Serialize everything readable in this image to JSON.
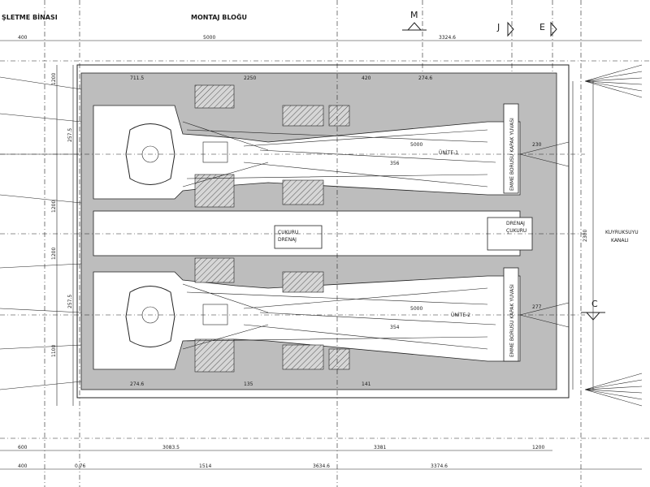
{
  "labels": {
    "isletme_binasi": "ŞLETME BİNASI",
    "montaj_blogu": "MONTAJ BLOĞU",
    "section_m": "M",
    "section_j": "J",
    "section_e": "E",
    "section_c": "C",
    "unite_1": "ÜNİTE-1",
    "unite_2": "ÜNİTE-2",
    "drenaj_cukuru_l1": "DRENAJ",
    "drenaj_cukuru_l2": "ÇUKURU",
    "cukuru_drenaj_l1": "ÇUKURU",
    "cukuru_drenaj_l2": "DRENAJ",
    "kuyruksuyu_l1": "KUYRUKSUYU",
    "kuyruksuyu_l2": "KANALI",
    "emme_kapagi_1": "EMME BORUSU KAPAK YUVASI",
    "emme_kapagi_2": "EMME BORUSU KAPAK YUVASI"
  },
  "dimensions": {
    "top_left": "400",
    "top_mid": "5000",
    "top_right": "3324.6",
    "bottom_row1_left": "600",
    "bottom_row1_mid": "3083.5",
    "bottom_row1_mid2": "3381",
    "bottom_row1_right": "1200",
    "bottom_row2_left": "400",
    "bottom_row2_a": "0.76",
    "bottom_row2_b": "1514",
    "bottom_row2_c": "3634.6",
    "bottom_row2_d": "3374.6",
    "right_dim": "2300",
    "unit_dim_1": "5000",
    "unit_dim_2": "5000",
    "inner_a": "356",
    "inner_b": "354",
    "inner_c": "230",
    "inner_d": "277",
    "left_a": "1200",
    "left_b": "257.5",
    "left_c": "1200",
    "left_d": "1200",
    "left_e": "257.5",
    "left_f": "1100",
    "row_a": "711.5",
    "row_b": "2250",
    "row_c": "420",
    "row_d": "274.6",
    "row_e": "274.6",
    "row_f": "135",
    "row_g": "141"
  }
}
